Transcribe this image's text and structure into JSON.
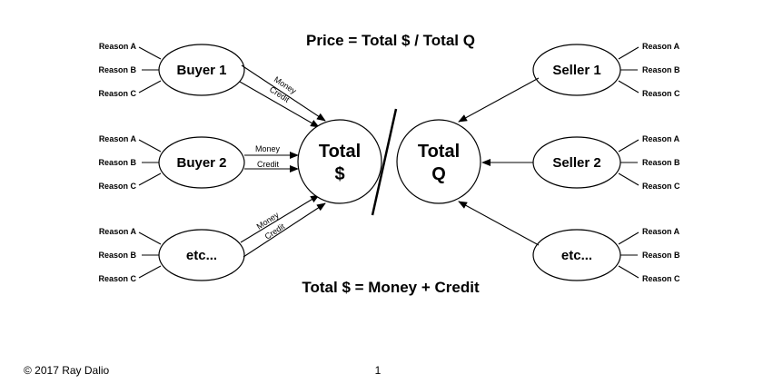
{
  "formula_top": "Price = Total $ / Total Q",
  "formula_bottom": "Total $ = Money + Credit",
  "total_dollar": {
    "line1": "Total",
    "line2": "$"
  },
  "total_q": {
    "line1": "Total",
    "line2": "Q"
  },
  "buyers": [
    {
      "label": "Buyer 1",
      "flows": [
        "Money",
        "Credit"
      ]
    },
    {
      "label": "Buyer 2",
      "flows": [
        "Money",
        "Credit"
      ]
    },
    {
      "label": "etc...",
      "flows": [
        "Money",
        "Credit"
      ]
    }
  ],
  "sellers": [
    {
      "label": "Seller 1"
    },
    {
      "label": "Seller 2"
    },
    {
      "label": "etc..."
    }
  ],
  "reasons": [
    "Reason A",
    "Reason B",
    "Reason C"
  ],
  "footer": {
    "copyright": "© 2017 Ray Dalio",
    "page_number": "1"
  }
}
